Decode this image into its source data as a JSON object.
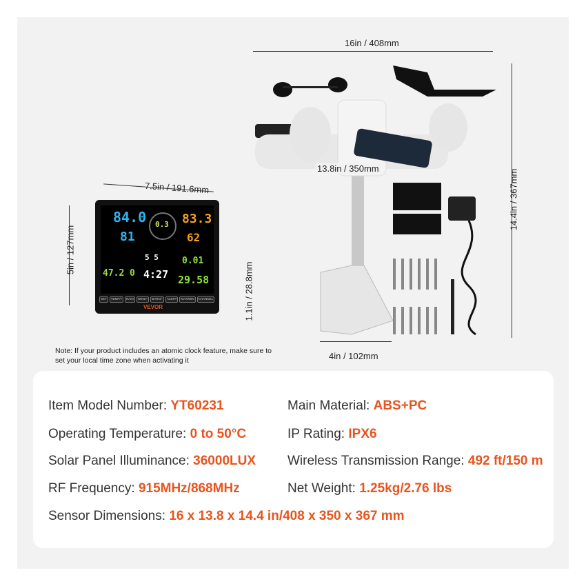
{
  "dimensions": {
    "sensor_width": "16in / 408mm",
    "sensor_height": "14.4in / 367mm",
    "sensor_depth": "13.8in / 350mm",
    "pole_width": "4in / 102mm",
    "console_width": "7.5in / 191.6mm",
    "console_height": "5in / 127mm",
    "console_depth": "1.1in / 28.8mm"
  },
  "console": {
    "brand": "VEVOR",
    "indoor_temp": "84.0",
    "indoor_humidity": "81",
    "wind_speed": "0.3",
    "outdoor_temp": "83.3",
    "outdoor_humidity": "62",
    "uv": "47.2",
    "rain_rate": "0",
    "date": "5 5",
    "time": "4:27",
    "rain_total": "0.01",
    "pressure": "29.58",
    "buttons": [
      "SET",
      "TEMP/?",
      "RAIN",
      "WIND+",
      "BARO/-",
      "ALERT",
      "MAX/MIN",
      "CHANNEL"
    ]
  },
  "note": "Note: If your product includes an atomic clock feature, make sure to set your local time zone when activating it",
  "specs": [
    {
      "label": "Item Model Number:",
      "value": "YT60231"
    },
    {
      "label": "Main Material:",
      "value": "ABS+PC"
    },
    {
      "label": "Operating Temperature:",
      "value": "0 to 50°C"
    },
    {
      "label": "IP Rating:",
      "value": "IPX6"
    },
    {
      "label": "Solar Panel Illuminance:",
      "value": "36000LUX"
    },
    {
      "label": "Wireless Transmission Range:",
      "value": "492 ft/150 m"
    },
    {
      "label": "RF Frequency:",
      "value": "915MHz/868MHz"
    },
    {
      "label": "Net Weight:",
      "value": "1.25kg/2.76 lbs"
    },
    {
      "label": "Sensor Dimensions:",
      "value": "16 x 13.8 x 14.4 in/408 x 350 x 367 mm"
    }
  ]
}
